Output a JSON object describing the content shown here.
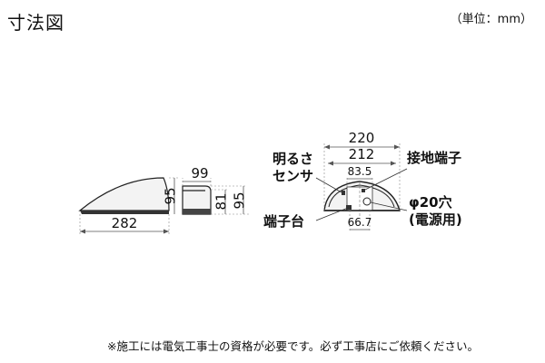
{
  "header": {
    "title": "寸法図",
    "unit": "（単位：mm）"
  },
  "front_view": {
    "width_label": "282",
    "height_label": "95"
  },
  "side_view": {
    "depth_label": "99",
    "height_outer_label": "95",
    "height_inner_label": "81"
  },
  "back_view": {
    "overall_width_label": "220",
    "inner_width_label": "212",
    "mount_width_label": "83.5",
    "bottom_width_label": "66.7",
    "sensor_label_line1": "明るさ",
    "sensor_label_line2": "センサ",
    "ground_terminal_label": "接地端子",
    "terminal_block_label": "端子台",
    "hole_label_line1": "φ20穴",
    "hole_label_line2": "(電源用)"
  },
  "footer": {
    "note": "※施工には電気工事士の資格が必要です。必ず工事店にご依頼ください。"
  }
}
